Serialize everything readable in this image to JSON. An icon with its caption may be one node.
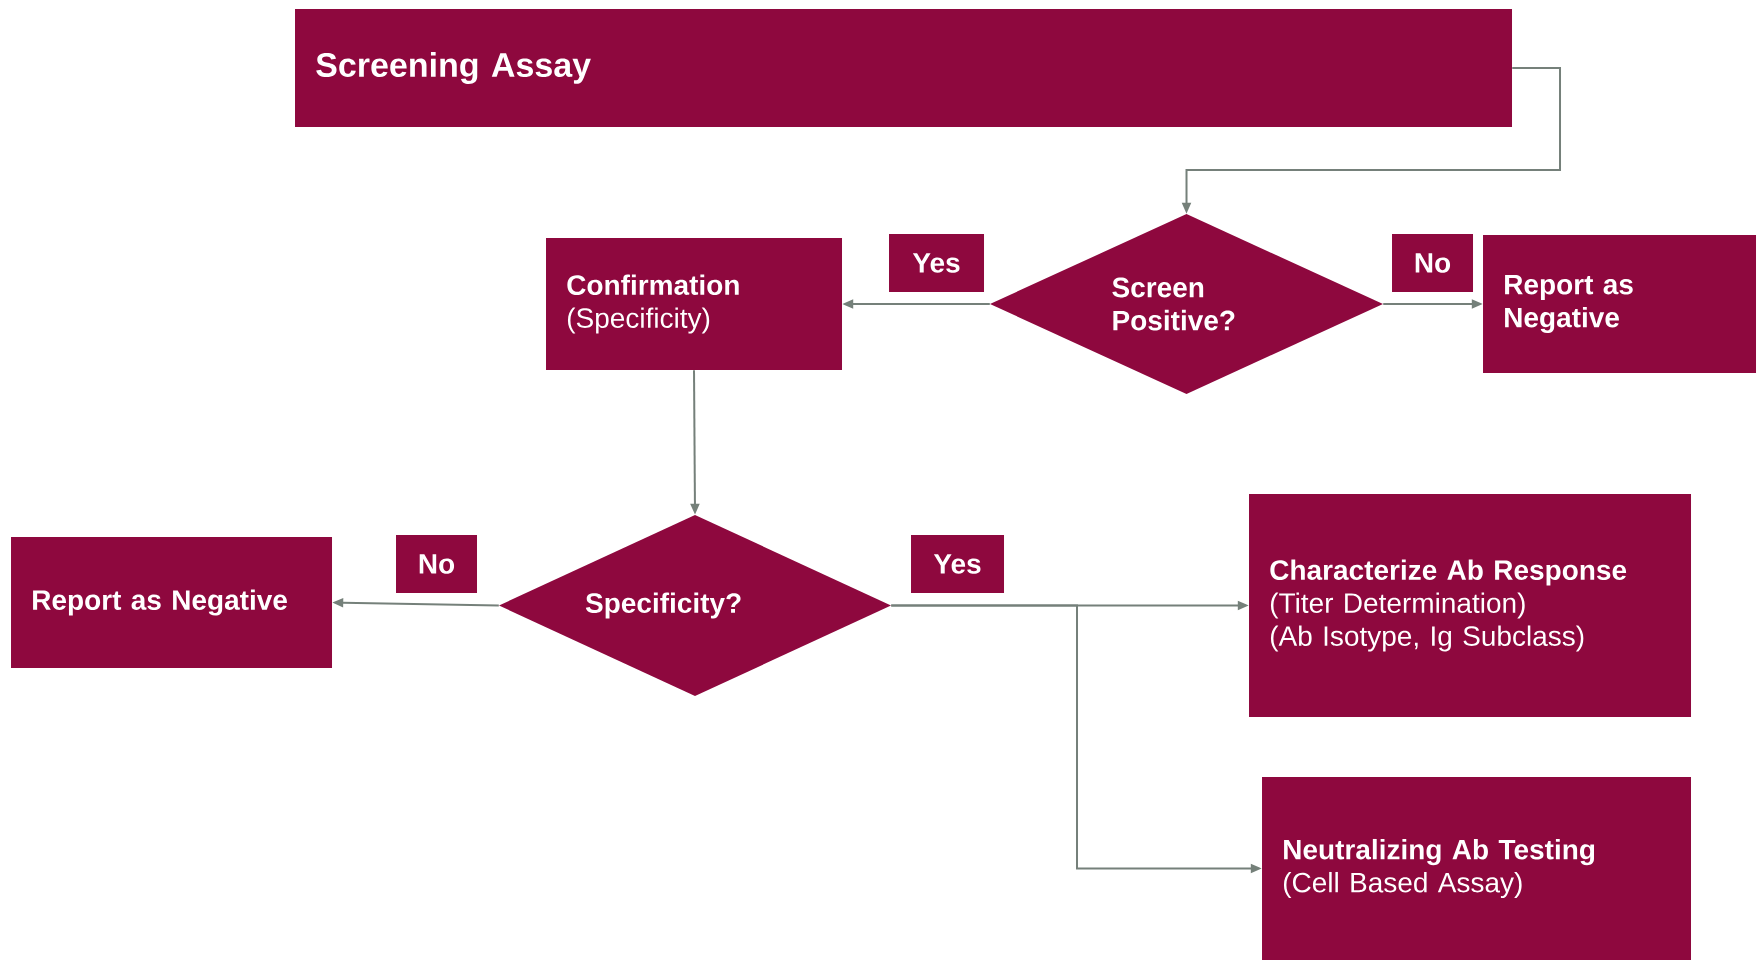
{
  "diagram": {
    "nodes": [
      {
        "text": [
          "Screening Assay"
        ]
      },
      {
        "text": [
          "Confirmation",
          "(Specificity)"
        ]
      },
      {
        "text": [
          "Yes"
        ]
      },
      {
        "text": [
          "Screen Positive?"
        ]
      },
      {
        "text": [
          "No"
        ]
      },
      {
        "text": [
          "Report as Negative"
        ]
      },
      {
        "text": [
          "Report as Negative"
        ]
      },
      {
        "text": [
          "No"
        ]
      },
      {
        "text": [
          "Specificity?"
        ]
      },
      {
        "text": [
          "Yes"
        ]
      },
      {
        "text": [
          "Characterize Ab Response",
          "(Titer Determination)",
          "(Ab Isotype, Ig Subclass)"
        ]
      },
      {
        "text": [
          "Neutralizing Ab Testing",
          "(Cell Based Assay)"
        ]
      }
    ],
    "edges": [
      {
        "from": 0,
        "to": 3,
        "arrow": "to"
      },
      {
        "from": 3,
        "to": 1,
        "arrow": "to"
      },
      {
        "from": 3,
        "to": 5,
        "arrow": "to"
      },
      {
        "from": 1,
        "to": 8,
        "arrow": "to"
      },
      {
        "from": 8,
        "to": 6,
        "arrow": "to"
      },
      {
        "from": 8,
        "to": 10,
        "arrow": "to"
      },
      {
        "from": 8,
        "to": 11,
        "arrow": "to"
      }
    ]
  }
}
